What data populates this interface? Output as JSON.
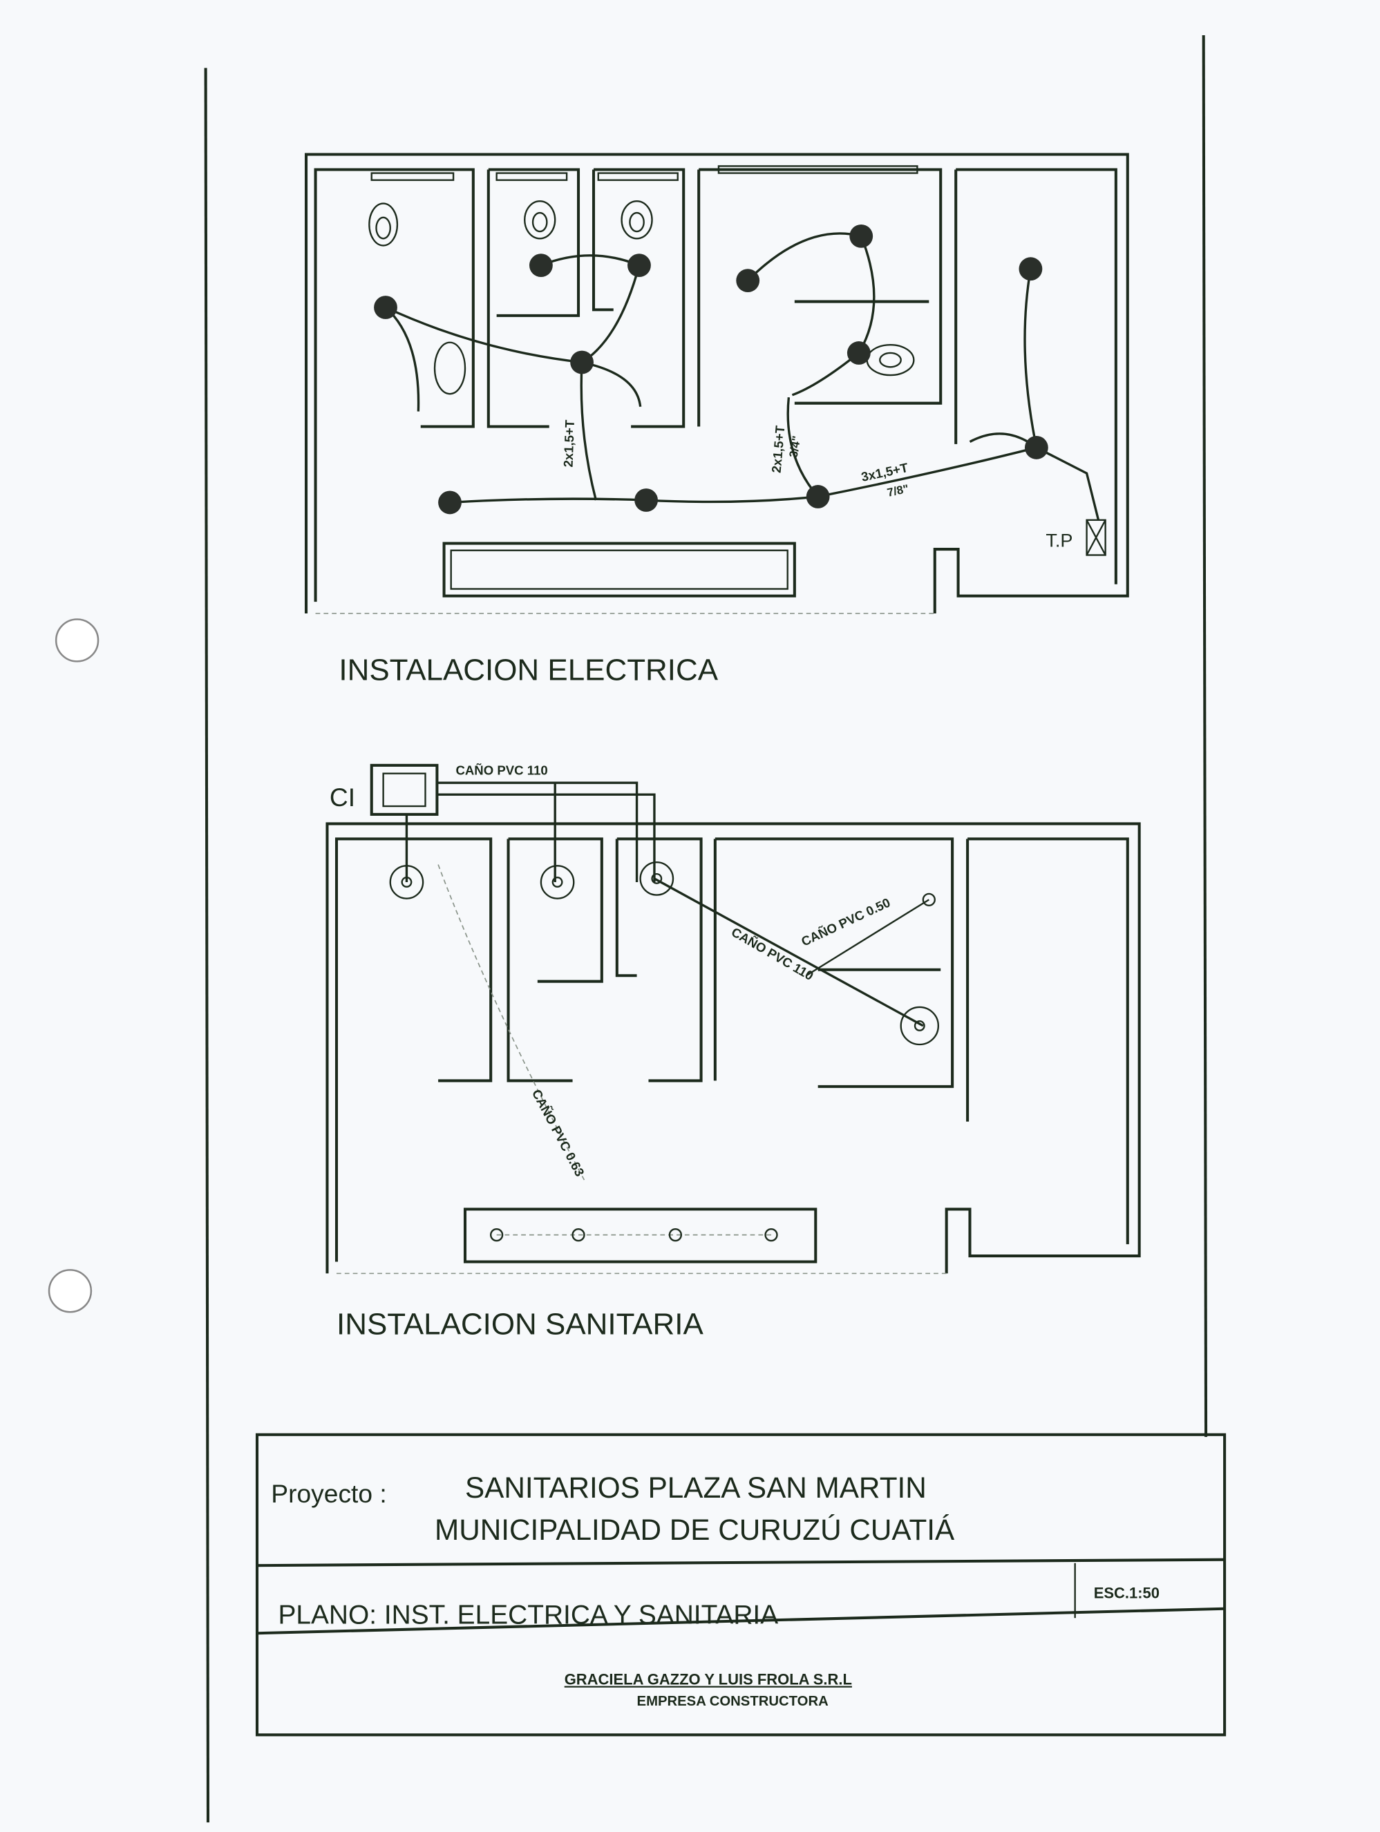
{
  "electrical_plan": {
    "title": "INSTALACION ELECTRICA",
    "wire_label_1": "2x1,5+T",
    "wire_label_2": "2x1,5+T",
    "conduit_label_2": "3/4\"",
    "wire_label_3": "3x1,5+T",
    "conduit_label_3": "7/8\"",
    "panel_label": "T.P"
  },
  "sanitary_plan": {
    "title": "INSTALACION SANITARIA",
    "inspection_chamber": "CI",
    "pipe_main": "CAÑO PVC 110",
    "pipe_diagonal": "CAÑO PVC 110",
    "pipe_050": "CAÑO PVC 0.50",
    "pipe_063": "CAÑO PVC 0.63"
  },
  "title_block": {
    "project_label": "Proyecto :",
    "project_line1": "SANITARIOS PLAZA SAN MARTIN",
    "project_line2": "MUNICIPALIDAD DE CURUZÚ CUATIÁ",
    "plan": "PLANO: INST. ELECTRICA Y SANITARIA",
    "scale": "ESC.1:50",
    "company": "GRACIELA GAZZO Y LUIS FROLA S.R.L",
    "company_type": "EMPRESA CONSTRUCTORA"
  }
}
